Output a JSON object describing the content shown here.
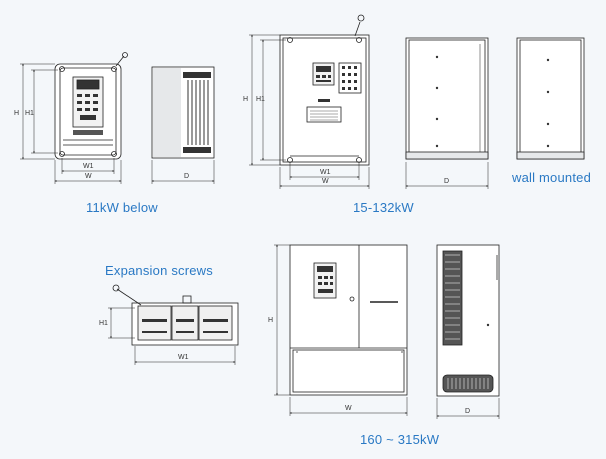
{
  "captions": {
    "small": "11kW below",
    "medium": "15-132kW",
    "wall": "wall mounted",
    "expansion": "Expansion screws",
    "large": "160 ~ 315kW"
  },
  "dims": {
    "H": "H",
    "H1": "H1",
    "W": "W",
    "W1": "W1",
    "D": "D"
  },
  "colors": {
    "caption": "#2a79c4",
    "line": "#222222",
    "panel": "#ffffff",
    "shade": "#e6e8ea"
  }
}
